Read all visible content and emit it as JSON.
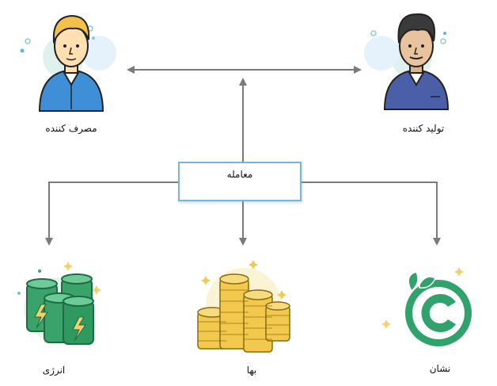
{
  "nodes": {
    "consumer": {
      "label": "مصرف کننده"
    },
    "producer": {
      "label": "تولید کننده"
    },
    "transaction": {
      "label": "معامله"
    },
    "energy": {
      "label": "انرژی"
    },
    "price": {
      "label": "بها"
    },
    "sign": {
      "label": "نشان"
    }
  },
  "colors": {
    "arrow": "#7a7a7a",
    "box_border": "#7ab3dc",
    "consumer_shirt": "#3f8fd6",
    "producer_shirt": "#4a5fa8",
    "battery": "#3aa36a",
    "coin": "#f2c94c",
    "sign": "#2fa36b"
  }
}
